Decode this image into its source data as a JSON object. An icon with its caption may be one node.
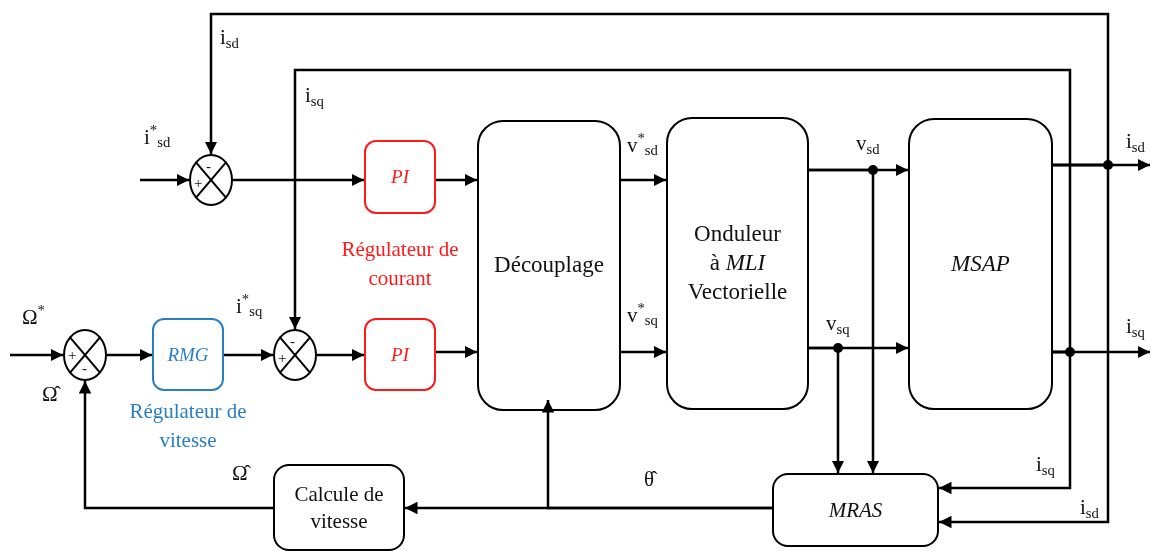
{
  "diagram": {
    "nodes": [
      {
        "text": [
          "-",
          "+"
        ]
      },
      {
        "text": [
          "PI"
        ],
        "beside": [
          "Régulateur de courant"
        ]
      },
      {
        "text": [
          "Découplage"
        ]
      },
      {
        "text": [
          "Onduleur à *MLI* Vectorielle"
        ]
      },
      {
        "text": [
          "MSAP"
        ]
      },
      {
        "text": [
          "+",
          "-"
        ]
      },
      {
        "text": [
          "RMG"
        ],
        "beside": [
          "Régulateur de vitesse"
        ]
      },
      {
        "text": [
          "-",
          "+"
        ]
      },
      {
        "text": [
          "PI"
        ]
      },
      {
        "text": [
          "MRAS"
        ]
      },
      {
        "text": [
          "Calcule de vitesse"
        ]
      }
    ],
    "edges": [
      {
        "from": null,
        "to": 0,
        "arrow": "to",
        "label": "i$^{*}$$_{sd}$"
      },
      {
        "from": 0,
        "to": 1,
        "arrow": "to"
      },
      {
        "from": 1,
        "to": 2,
        "arrow": "to"
      },
      {
        "from": null,
        "to": 5,
        "arrow": "to",
        "label": "Ω$^{*}$"
      },
      {
        "from": 5,
        "to": 6,
        "arrow": "to"
      },
      {
        "from": 6,
        "to": 7,
        "arrow": "to",
        "label": "i$^{*}$$_{sq}$"
      },
      {
        "from": 7,
        "to": 8,
        "arrow": "to"
      },
      {
        "from": 8,
        "to": 2,
        "arrow": "to"
      },
      {
        "from": 2,
        "to": 3,
        "arrow": "to",
        "label": "v$^{*}$$_{sd}$"
      },
      {
        "from": 2,
        "to": 3,
        "arrow": "to",
        "label": "v$^{*}$$_{sq}$"
      },
      {
        "from": 3,
        "to": 4,
        "arrow": "to",
        "label": "v$_{sd}$"
      },
      {
        "from": 3,
        "to": 4,
        "arrow": "to",
        "label": "v$_{sq}$"
      },
      {
        "from": 3,
        "to": 9,
        "arrow": "to"
      },
      {
        "from": 3,
        "to": 9,
        "arrow": "to"
      },
      {
        "from": 4,
        "to": null,
        "arrow": "to",
        "label": "i$_{sd}$"
      },
      {
        "from": 4,
        "to": null,
        "arrow": "to",
        "label": "i$_{sq}$"
      },
      {
        "from": 4,
        "to": 0,
        "arrow": "to",
        "label": "i$_{sd}$"
      },
      {
        "from": 4,
        "to": 7,
        "arrow": "to",
        "label": "i$_{sq}$"
      },
      {
        "from": 4,
        "to": 9,
        "arrow": "to",
        "label": "i$_{sq}$"
      },
      {
        "from": 4,
        "to": 9,
        "arrow": "to",
        "label": "i$_{sd}$"
      },
      {
        "from": 9,
        "to": 10,
        "arrow": "to",
        "label": "θ̂"
      },
      {
        "from": 9,
        "to": 2,
        "arrow": "to"
      },
      {
        "from": 10,
        "to": 5,
        "arrow": "to",
        "label": "Ω̂"
      }
    ],
    "labels": [
      "Ω̂"
    ]
  }
}
